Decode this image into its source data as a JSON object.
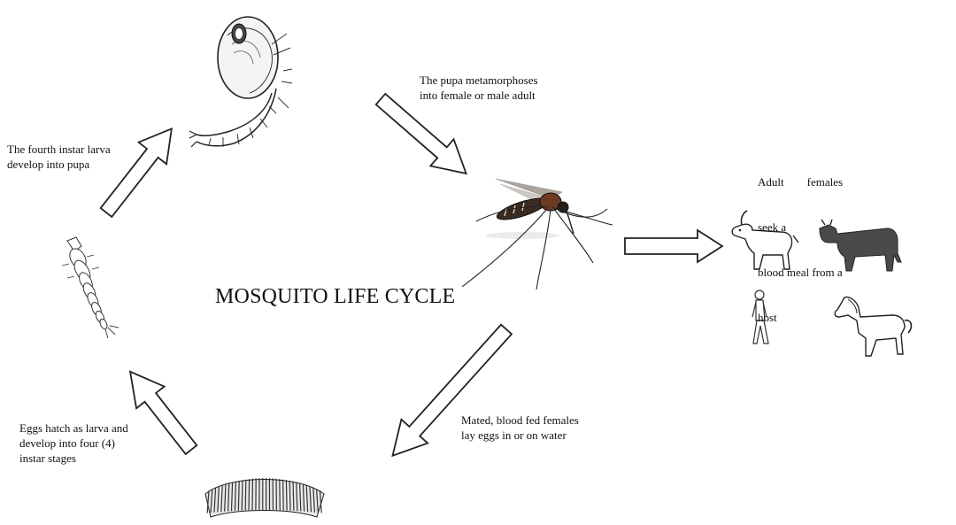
{
  "diagram": {
    "title": "MOSQUITO LIFE CYCLE",
    "stages": {
      "pupa_to_adult": [
        "The pupa metamorphoses",
        "into female or male adult"
      ],
      "adult_feeding": [
        "Adult        females",
        "seek a",
        "blood meal from a",
        "host"
      ],
      "lay_eggs": [
        "Mated, blood fed females",
        "lay eggs in or on water"
      ],
      "eggs_hatch": [
        "Eggs hatch as larva and",
        "develop into four (4)",
        "instar stages"
      ],
      "larva_to_pupa": [
        "The fourth instar larva",
        "develop into pupa"
      ]
    },
    "illustrations": [
      "pupa",
      "adult-mosquito",
      "egg-raft",
      "larva",
      "goat",
      "cow",
      "human",
      "horse"
    ]
  }
}
